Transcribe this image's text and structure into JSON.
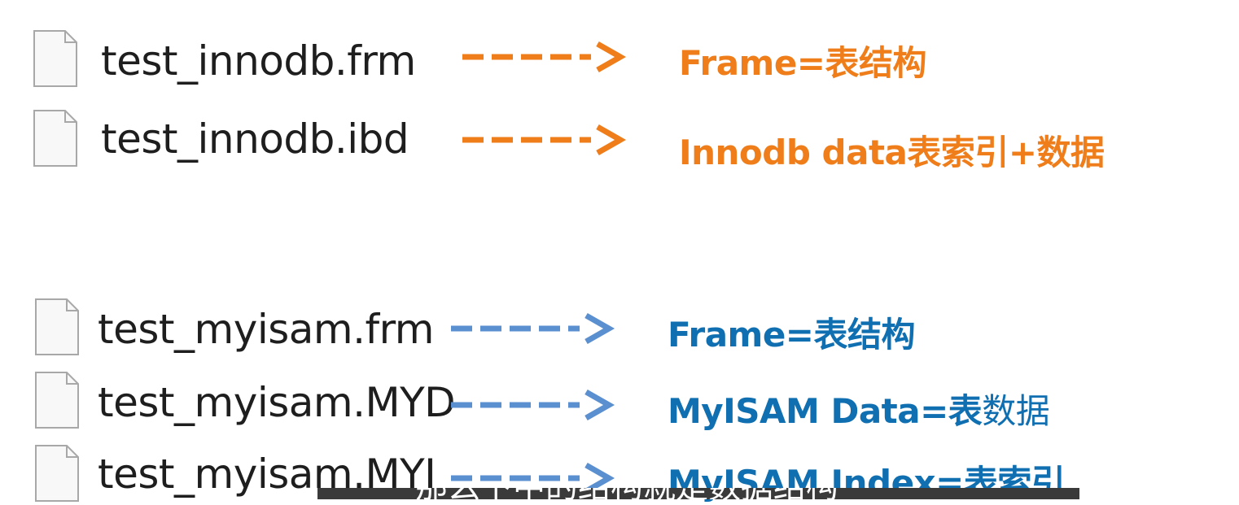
{
  "colors": {
    "innodb_accent": "#ee7d1a",
    "myisam_arrow": "#5a8fd0",
    "myisam_text": "#0f6fb0",
    "file_text": "#1e1e1e",
    "icon_stroke": "#a8a8a8"
  },
  "innodb_group": {
    "rows": [
      {
        "file": "test_innodb.frm",
        "desc": "Frame=表结构"
      },
      {
        "file": "test_innodb.ibd",
        "desc": "Innodb data表索引+数据"
      }
    ]
  },
  "myisam_group": {
    "rows": [
      {
        "file": "test_myisam.frm",
        "desc": "Frame=表结构"
      },
      {
        "file": "test_myisam.MYD",
        "desc_bold": "MyISAM Data=表",
        "desc_normal": "数据"
      },
      {
        "file": "test_myisam.MYI",
        "desc": "MyISAM Index=表索引"
      }
    ]
  },
  "subtitle": {
    "text": "那么下中的结构就是数据结构"
  },
  "icons": {
    "file": "file-icon",
    "arrow": "dashed-arrow-icon"
  }
}
